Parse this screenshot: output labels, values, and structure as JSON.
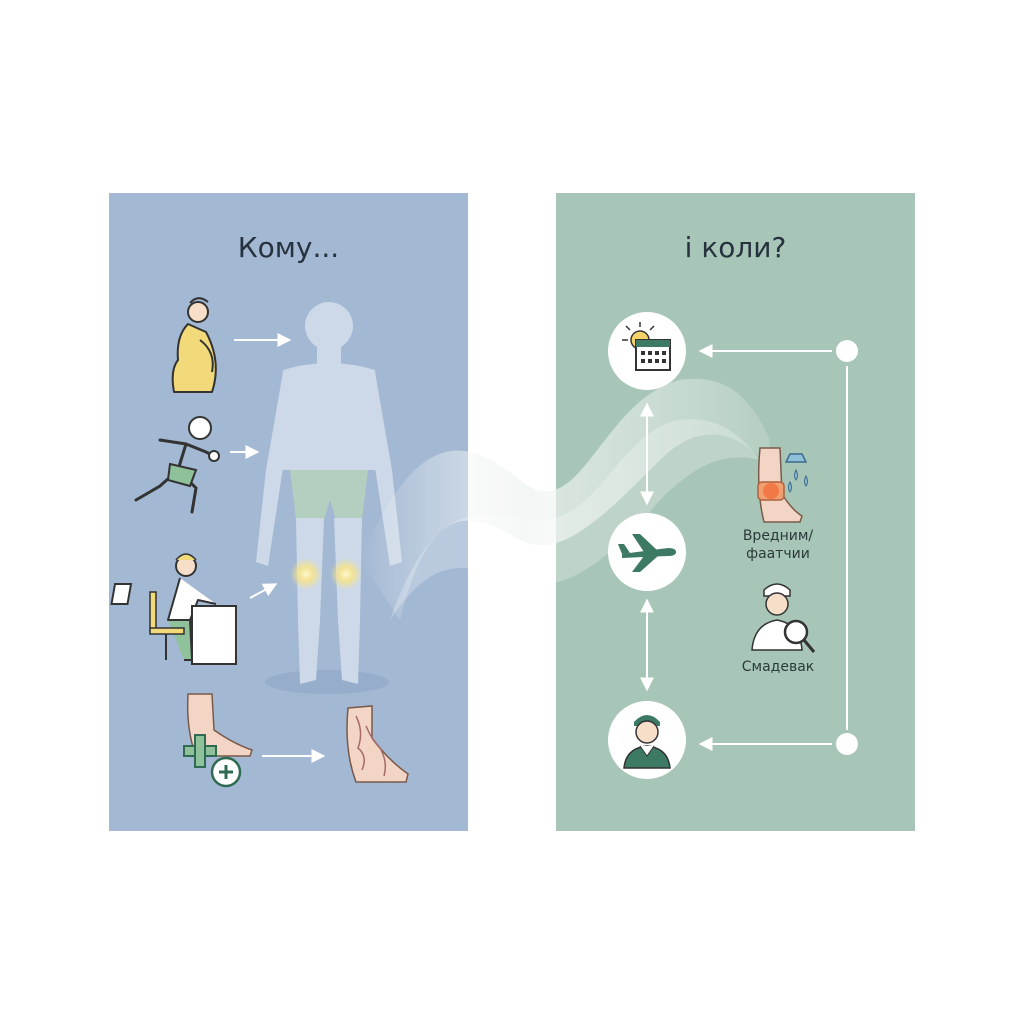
{
  "left_panel": {
    "title": "Кому...",
    "color": "#a3b8d3",
    "icons": [
      "pregnant-woman-icon",
      "runner-icon",
      "office-worker-icon",
      "foot-plus-icon",
      "varicose-leg-icon"
    ]
  },
  "right_panel": {
    "title": "і коли?",
    "color": "#a8c6b7",
    "nodes": [
      "calendar-sun-icon",
      "airplane-icon",
      "doctor-icon"
    ],
    "labels": {
      "injury": "Вредним/ фаатчии",
      "doctor": "Смaдeвак"
    }
  },
  "colors": {
    "accent_green": "#3d7a63",
    "skin": "#f2d5c4",
    "body_silhouette": "#c9d6e6",
    "highlight": "#f5e38c"
  }
}
